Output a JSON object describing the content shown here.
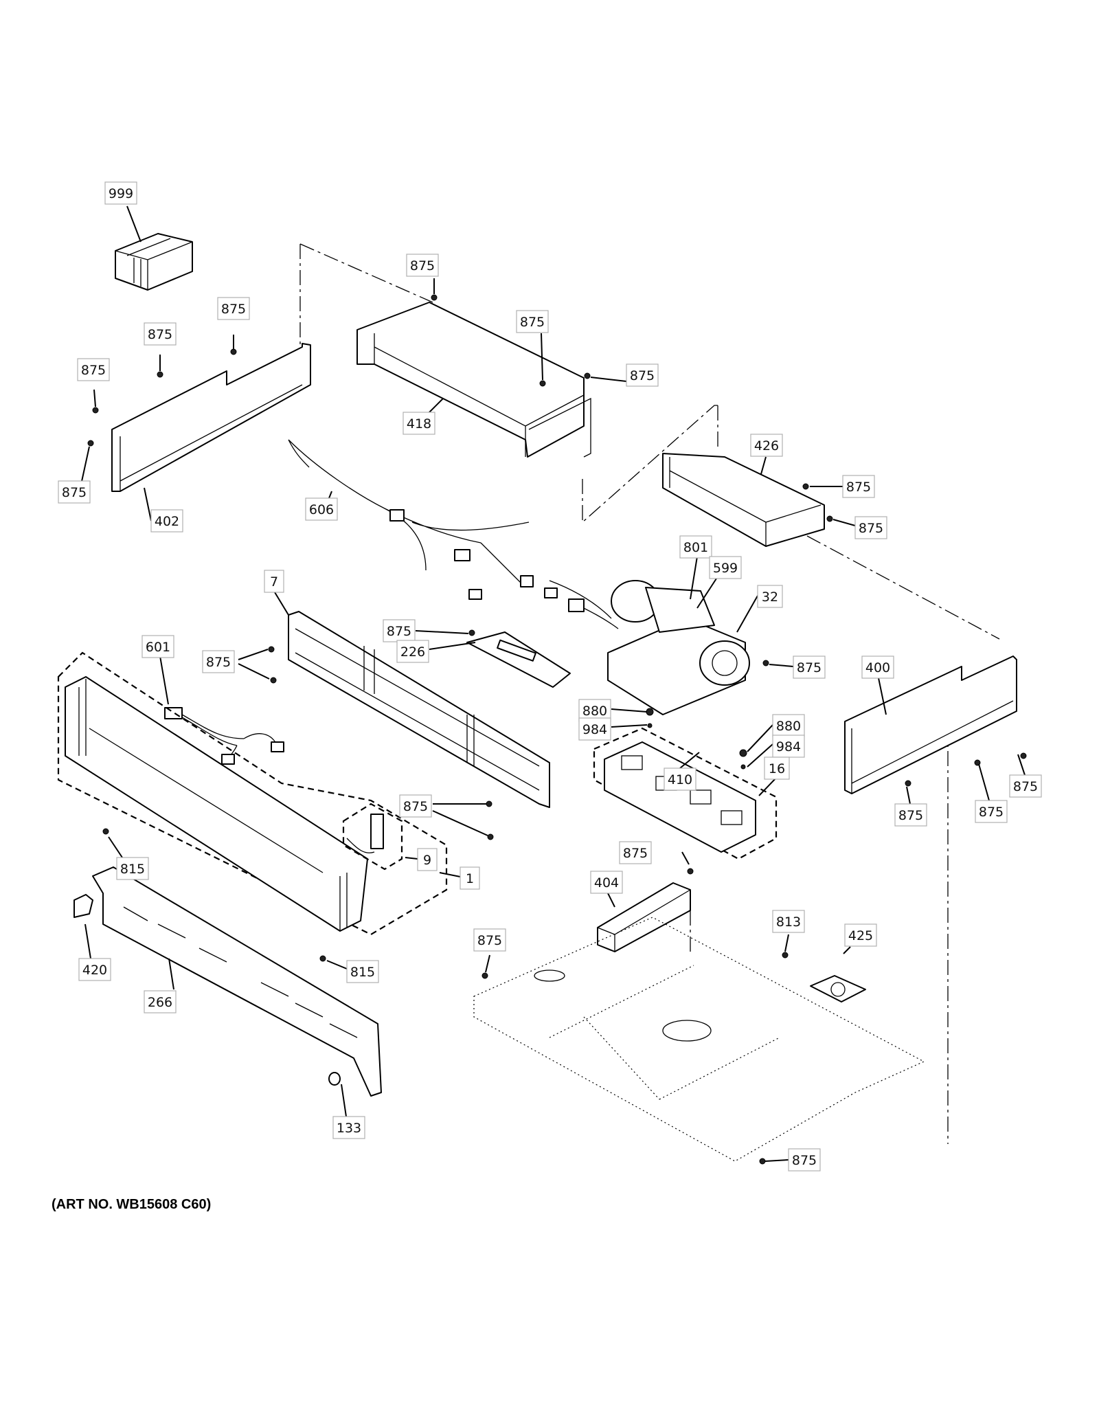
{
  "art_number": "(ART NO. WB15608 C60)",
  "callouts": [
    {
      "id": "c999",
      "text": "999"
    },
    {
      "id": "c875a",
      "text": "875"
    },
    {
      "id": "c875b",
      "text": "875"
    },
    {
      "id": "c875c",
      "text": "875"
    },
    {
      "id": "c875d",
      "text": "875"
    },
    {
      "id": "c875e",
      "text": "875"
    },
    {
      "id": "c875f",
      "text": "875"
    },
    {
      "id": "c875g",
      "text": "875"
    },
    {
      "id": "c418",
      "text": "418"
    },
    {
      "id": "c402",
      "text": "402"
    },
    {
      "id": "c606",
      "text": "606"
    },
    {
      "id": "c426",
      "text": "426"
    },
    {
      "id": "c875h",
      "text": "875"
    },
    {
      "id": "c875i",
      "text": "875"
    },
    {
      "id": "c801",
      "text": "801"
    },
    {
      "id": "c599",
      "text": "599"
    },
    {
      "id": "c32",
      "text": "32"
    },
    {
      "id": "c7",
      "text": "7"
    },
    {
      "id": "c875j",
      "text": "875"
    },
    {
      "id": "c226",
      "text": "226"
    },
    {
      "id": "c601",
      "text": "601"
    },
    {
      "id": "c875k",
      "text": "875"
    },
    {
      "id": "c880a",
      "text": "880"
    },
    {
      "id": "c984a",
      "text": "984"
    },
    {
      "id": "c875l",
      "text": "875"
    },
    {
      "id": "c400",
      "text": "400"
    },
    {
      "id": "c410",
      "text": "410"
    },
    {
      "id": "c880b",
      "text": "880"
    },
    {
      "id": "c984b",
      "text": "984"
    },
    {
      "id": "c875m",
      "text": "875"
    },
    {
      "id": "c16",
      "text": "16"
    },
    {
      "id": "c875n",
      "text": "875"
    },
    {
      "id": "c875o",
      "text": "875"
    },
    {
      "id": "c875p",
      "text": "875"
    },
    {
      "id": "c9",
      "text": "9"
    },
    {
      "id": "c815a",
      "text": "815"
    },
    {
      "id": "c1",
      "text": "1"
    },
    {
      "id": "c875q",
      "text": "875"
    },
    {
      "id": "c404",
      "text": "404"
    },
    {
      "id": "c813",
      "text": "813"
    },
    {
      "id": "c425",
      "text": "425"
    },
    {
      "id": "c875r",
      "text": "875"
    },
    {
      "id": "c420",
      "text": "420"
    },
    {
      "id": "c815b",
      "text": "815"
    },
    {
      "id": "c266",
      "text": "266"
    },
    {
      "id": "c133",
      "text": "133"
    },
    {
      "id": "c875s",
      "text": "875"
    }
  ]
}
